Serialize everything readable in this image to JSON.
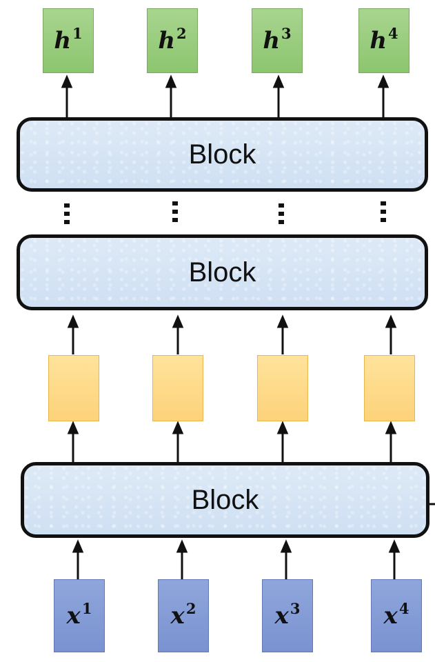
{
  "outputs": [
    {
      "base": "h",
      "sup": "1"
    },
    {
      "base": "h",
      "sup": "2"
    },
    {
      "base": "h",
      "sup": "3"
    },
    {
      "base": "h",
      "sup": "4"
    }
  ],
  "inputs": [
    {
      "base": "x",
      "sup": "1"
    },
    {
      "base": "x",
      "sup": "2"
    },
    {
      "base": "x",
      "sup": "3"
    },
    {
      "base": "x",
      "sup": "4"
    }
  ],
  "blocks": {
    "top_label": "Block",
    "middle_label": "Block",
    "bottom_label": "Block"
  },
  "colors": {
    "output_box": "#8cc56f",
    "input_box": "#7a92d0",
    "intermediate_box": "#fdd27a",
    "block_fill": "#cfe0f3",
    "stroke": "#111111"
  }
}
